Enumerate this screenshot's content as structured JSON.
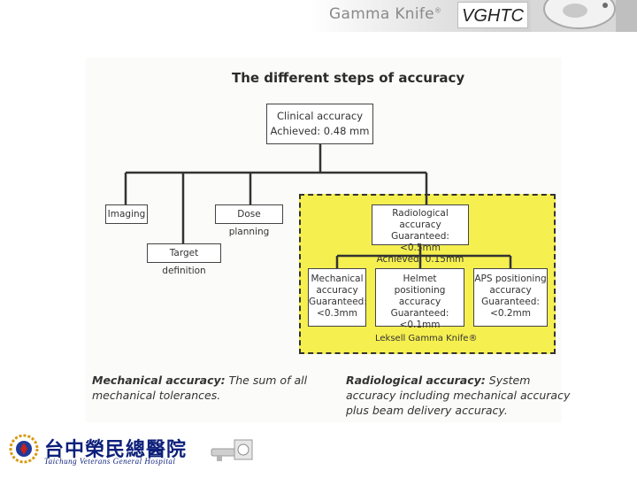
{
  "header": {
    "product": "Gamma Knife",
    "product_mark": "®",
    "org": "VGHTC"
  },
  "figure": {
    "title": "The different steps of accuracy",
    "clinical": {
      "line1": "Clinical accuracy",
      "line2": "Achieved: 0.48 mm"
    },
    "imaging": "Imaging",
    "dose_planning": "Dose planning",
    "target_definition": "Target definition",
    "radiological": {
      "line1": "Radiological accuracy",
      "line2": "Guaranteed: <0.5mm",
      "line3": "Achieved: 0.15mm"
    },
    "mechanical": {
      "line1": "Mechanical",
      "line2": "accuracy",
      "line3": "Guaranteed:",
      "line4": "<0.3mm"
    },
    "helmet": {
      "line1": "Helmet positioning",
      "line2": "accuracy",
      "line3": "Guaranteed:",
      "line4": "<0.1mm"
    },
    "aps": {
      "line1": "APS positioning",
      "line2": "accuracy",
      "line3": "Guaranteed:",
      "line4": "<0.2mm"
    },
    "zone_label": "Leksell Gamma Knife®"
  },
  "captions": {
    "left_term": "Mechanical accuracy:",
    "left_text": " The sum of all mechanical tolerances.",
    "right_term": "Radiological accuracy:",
    "right_text": " System accuracy including mechanical accuracy plus beam delivery accuracy."
  },
  "footer": {
    "hospital_name": "台中榮民總醫院",
    "hospital_english": "Taichung Veterans General Hospital"
  },
  "colors": {
    "zone_fill": "#f5ef50",
    "logo_blue": "#0d1f7a"
  }
}
